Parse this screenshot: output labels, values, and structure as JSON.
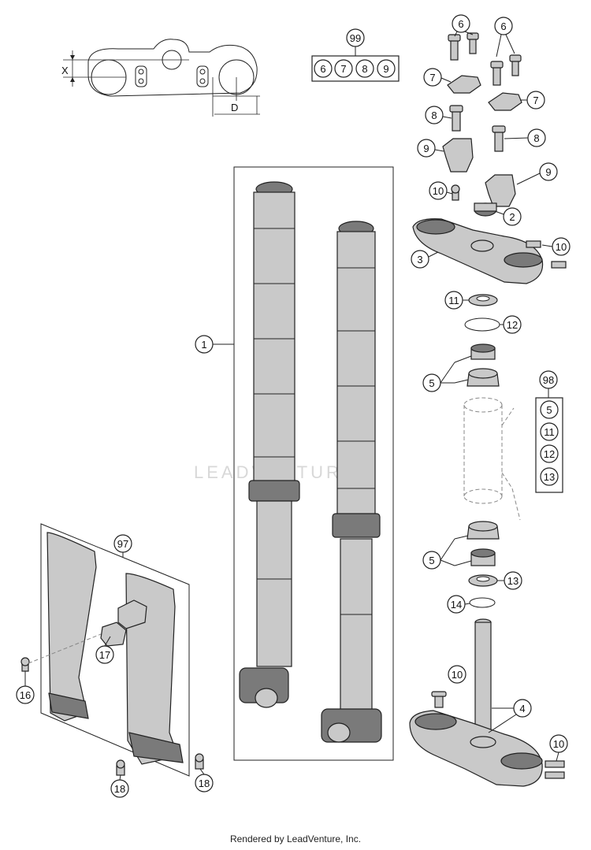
{
  "dimension_labels": [
    "X",
    "D"
  ],
  "callouts": {
    "c99": "99",
    "c6": "6",
    "c7": "7",
    "c8": "8",
    "c9": "9",
    "c10": "10",
    "c2": "2",
    "c3": "3",
    "c11": "11",
    "c12": "12",
    "c5": "5",
    "c98": "98",
    "c13": "13",
    "c14": "14",
    "c4": "4",
    "c1": "1",
    "c97": "97",
    "c16": "16",
    "c17": "17",
    "c18": "18"
  },
  "kit99_items": [
    "6",
    "7",
    "8",
    "9"
  ],
  "kit98_items": [
    "5",
    "11",
    "12",
    "13"
  ],
  "watermark": "LEADVENTURE",
  "footer": "Rendered by LeadVenture, Inc."
}
